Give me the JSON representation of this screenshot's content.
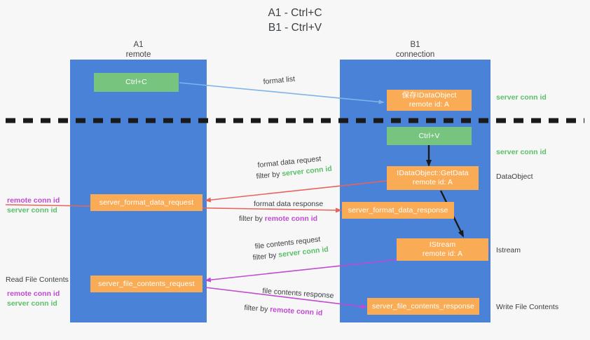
{
  "title": {
    "line1": "A1 - Ctrl+C",
    "line2": "B1 - Ctrl+V"
  },
  "colors": {
    "lane": "#4a82d8",
    "node_orange": "#f9ab55",
    "node_green": "#76c47e",
    "server_conn_id": "#5bbf6a",
    "remote_conn_id": "#c04ad0",
    "arrow_blue": "#7fb4e8",
    "arrow_red": "#e8645a",
    "arrow_magenta": "#c04ad0",
    "arrow_black": "#1a1a1a",
    "background": "#f7f7f7"
  },
  "lanes": [
    {
      "name": "A1",
      "sub": "remote"
    },
    {
      "name": "B1",
      "sub": "connection"
    }
  ],
  "nodes": [
    {
      "id": "ctrl-c",
      "line1": "Ctrl+C",
      "line2": ""
    },
    {
      "id": "idataobject-format-list",
      "line1": "保存IDataObject",
      "line2": "remote id: A"
    },
    {
      "id": "ctrl-v",
      "line1": "Ctrl+V",
      "line2": ""
    },
    {
      "id": "idataobject-getdata",
      "line1": "IDataObject::GetData",
      "line2": "remote id: A"
    },
    {
      "id": "server-format-data-request",
      "line1": "server_format_data_request",
      "line2": ""
    },
    {
      "id": "server-format-data-response",
      "line1": "server_format_data_response",
      "line2": ""
    },
    {
      "id": "istream",
      "line1": "IStream",
      "line2": "remote id: A"
    },
    {
      "id": "server-file-contents-request",
      "line1": "server_file_contents_request",
      "line2": ""
    },
    {
      "id": "server-file-contents-response",
      "line1": "server_file_contents_response",
      "line2": ""
    }
  ],
  "edge_labels": {
    "format_list": "format list",
    "format_data_request": "format data request",
    "format_data_response": "format data response",
    "file_contents_request": "file contents request",
    "file_contents_response": "file contents response",
    "filter_by": "filter by "
  },
  "side_labels": {
    "server_conn_id": "server conn id",
    "remote_conn_id": "remote conn id",
    "dataobject": "DataObject",
    "istream": "Istream",
    "write_file_contents": "Write File Contents",
    "read_file_contents": "Read File Contents"
  }
}
